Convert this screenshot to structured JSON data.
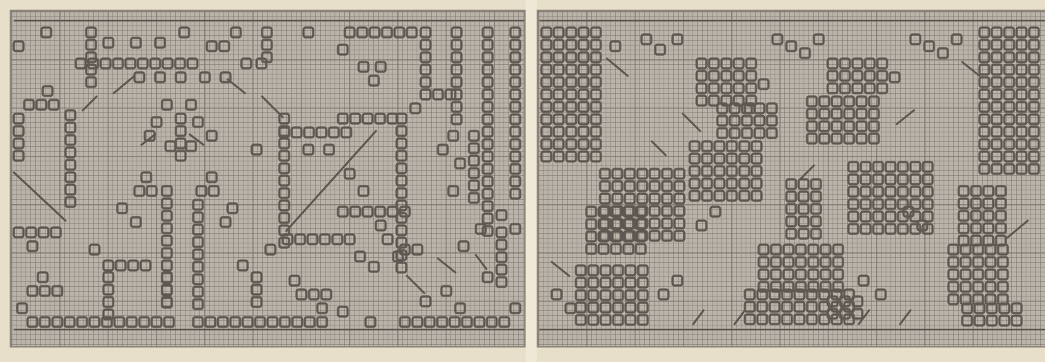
{
  "image": {
    "kind": "scanned embroidery chart",
    "panels": [
      "left",
      "right"
    ],
    "colors": {
      "paper": "#e8dfca",
      "grid_fill": "#b9b3a9",
      "grid_line": "#787168",
      "motif": "#5e5852"
    }
  }
}
